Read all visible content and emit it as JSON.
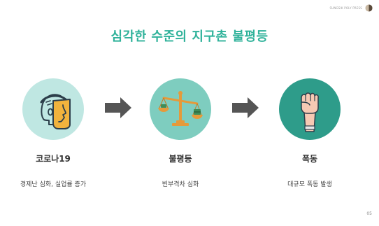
{
  "header": {
    "brand_text": "SUNGSIK POLY PRESS",
    "brand_logo_icon": "half-circle-logo-icon"
  },
  "slide": {
    "title": "심각한 수준의 지구촌 불평등"
  },
  "steps": [
    {
      "label": "코로나19",
      "description": "경제난 심화, 실업률 증가",
      "icon": "face-shield-icon",
      "color": "#bfe7e2"
    },
    {
      "label": "불평등",
      "description": "빈부격차 심화",
      "icon": "balance-scale-icon",
      "color": "#7ecdbf"
    },
    {
      "label": "폭동",
      "description": "대규모 폭동 발생",
      "icon": "raised-fist-icon",
      "color": "#2e9c8a"
    }
  ],
  "arrows": [
    {
      "icon": "arrow-right-icon",
      "color": "#555555"
    },
    {
      "icon": "arrow-right-icon",
      "color": "#555555"
    }
  ],
  "footer": {
    "page_number": "05"
  }
}
